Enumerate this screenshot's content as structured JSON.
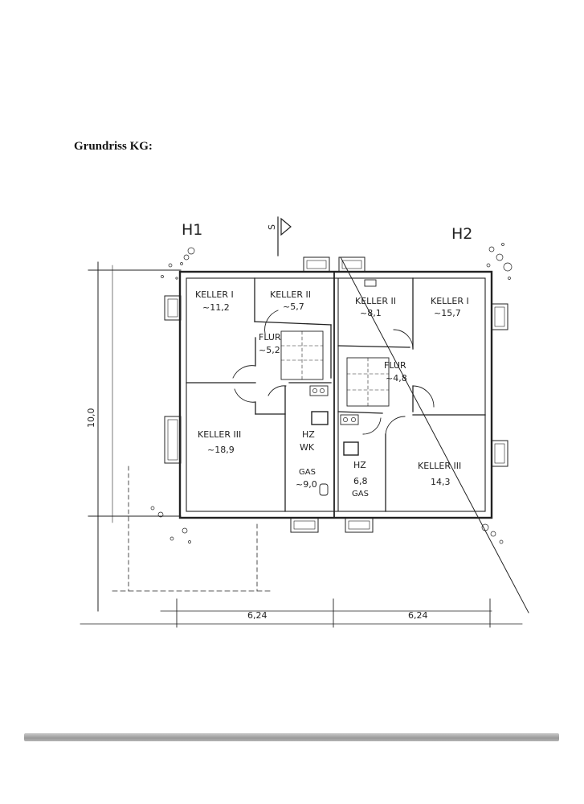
{
  "document": {
    "title": "Grundriss KG:"
  },
  "plan": {
    "house_labels": {
      "left": "H1",
      "right": "H2"
    },
    "north_marker": "S",
    "side_dimension": "10,0",
    "bottom_dimensions": {
      "left": "6,24",
      "right": "6,24"
    },
    "rooms": {
      "h1_keller1": {
        "name": "KELLER I",
        "area": "~11,2"
      },
      "h1_keller2": {
        "name": "KELLER II",
        "area": "~5,7"
      },
      "h1_flur": {
        "name": "FLUR",
        "area": "~5,2"
      },
      "h1_keller3": {
        "name": "KELLER III",
        "area": "~18,9"
      },
      "h1_hz": {
        "name": "HZ",
        "sub": "WK",
        "gas": "GAS",
        "area": "~9,0"
      },
      "h2_keller2": {
        "name": "KELLER II",
        "area": "~8,1"
      },
      "h2_keller1": {
        "name": "KELLER I",
        "area": "~15,7"
      },
      "h2_flur": {
        "name": "FLUR",
        "area": "~4,8"
      },
      "h2_hz": {
        "name": "HZ",
        "area": "6,8",
        "gas": "GAS"
      },
      "h2_keller3": {
        "name": "KELLER III",
        "area": "14,3"
      }
    }
  }
}
